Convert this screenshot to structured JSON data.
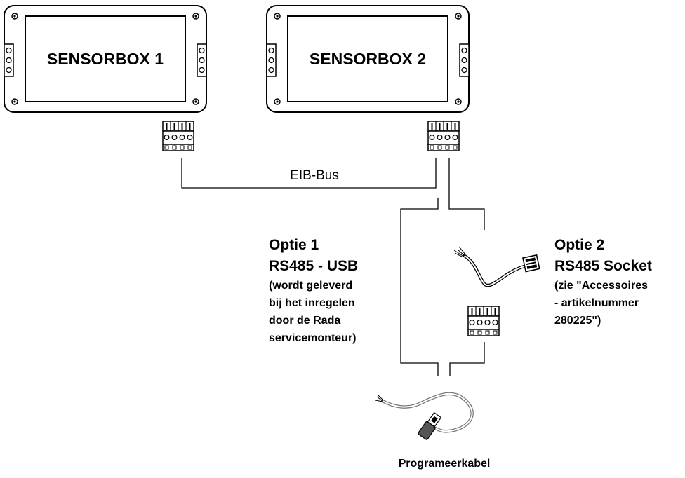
{
  "sensorboxes": [
    {
      "label": "SENSORBOX 1"
    },
    {
      "label": "SENSORBOX 2"
    }
  ],
  "bus_label": "EIB-Bus",
  "option1": {
    "title": "Optie 1",
    "subtitle": "RS485 - USB",
    "notes": [
      "(wordt geleverd",
      "bij het inregelen",
      "door de Rada",
      "servicemonteur)"
    ]
  },
  "option2": {
    "title": "Optie 2",
    "subtitle": "RS485 Socket",
    "notes": [
      "(zie \"Accessoires",
      "- artikelnummer",
      "280225\")"
    ]
  },
  "cable_caption": "Programeerkabel",
  "colors": {
    "line": "#000000",
    "cable": "#888888",
    "background": "#ffffff"
  }
}
